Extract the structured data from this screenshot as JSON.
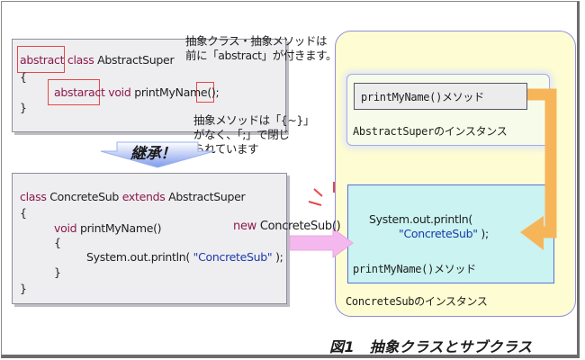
{
  "colors": {
    "keyword": "#8b1a4a",
    "string": "#1a3aa8",
    "highlight_red": "#e8454a",
    "arrow_orange": "#f7b55a",
    "arrow_pink": "#f4b8ee",
    "arrow_blue": "#8ea6ee",
    "instance_panel_bg": "#fdfcd2",
    "sub_instance_bg": "#caf3f1"
  },
  "abstract_code": {
    "line1_kw1": "abstract",
    "line1_kw2": "class",
    "line1_name": "AbstractSuper",
    "line2": "{",
    "line3_kw1": "abstaract",
    "line3_kw2": "void",
    "line3_rest": "printMyName()",
    "line3_semicolon": ";",
    "line4": "}"
  },
  "note_abstract": {
    "line1": "抽象クラス・抽象メソッドは",
    "line2": "前に「abstract」が付きます。"
  },
  "note_method": {
    "line1": "抽象メソッドは「{~}」",
    "line2": "がなく、「;」で閉じ",
    "line3": "られています"
  },
  "inheritance_label": "継承！",
  "concrete_code": {
    "line1_kw1": "class",
    "line1_name": "ConcreteSub",
    "line1_kw2": "extends",
    "line1_parent": "AbstractSuper",
    "line2": "{",
    "line3_kw": "void",
    "line3_rest": "printMyName()",
    "line4": "{",
    "line5_pre": "System.out.println(",
    "line5_str": "\"ConcreteSub\"",
    "line5_post": ");",
    "line6": "}",
    "line7": "}"
  },
  "new_expr": {
    "kw": "new",
    "rest": "ConcreteSub()"
  },
  "abstract_instance": {
    "method_label": "printMyName()メソッド",
    "label": "AbstractSuperのインスタンス"
  },
  "concrete_instance": {
    "code_line1": "System.out.println(",
    "code_line2_str": "\"ConcreteSub\"",
    "code_line2_post": ");",
    "method_label": "printMyName()メソッド",
    "label": "ConcreteSubのインスタンス"
  },
  "caption": "図1　抽象クラスとサブクラス"
}
